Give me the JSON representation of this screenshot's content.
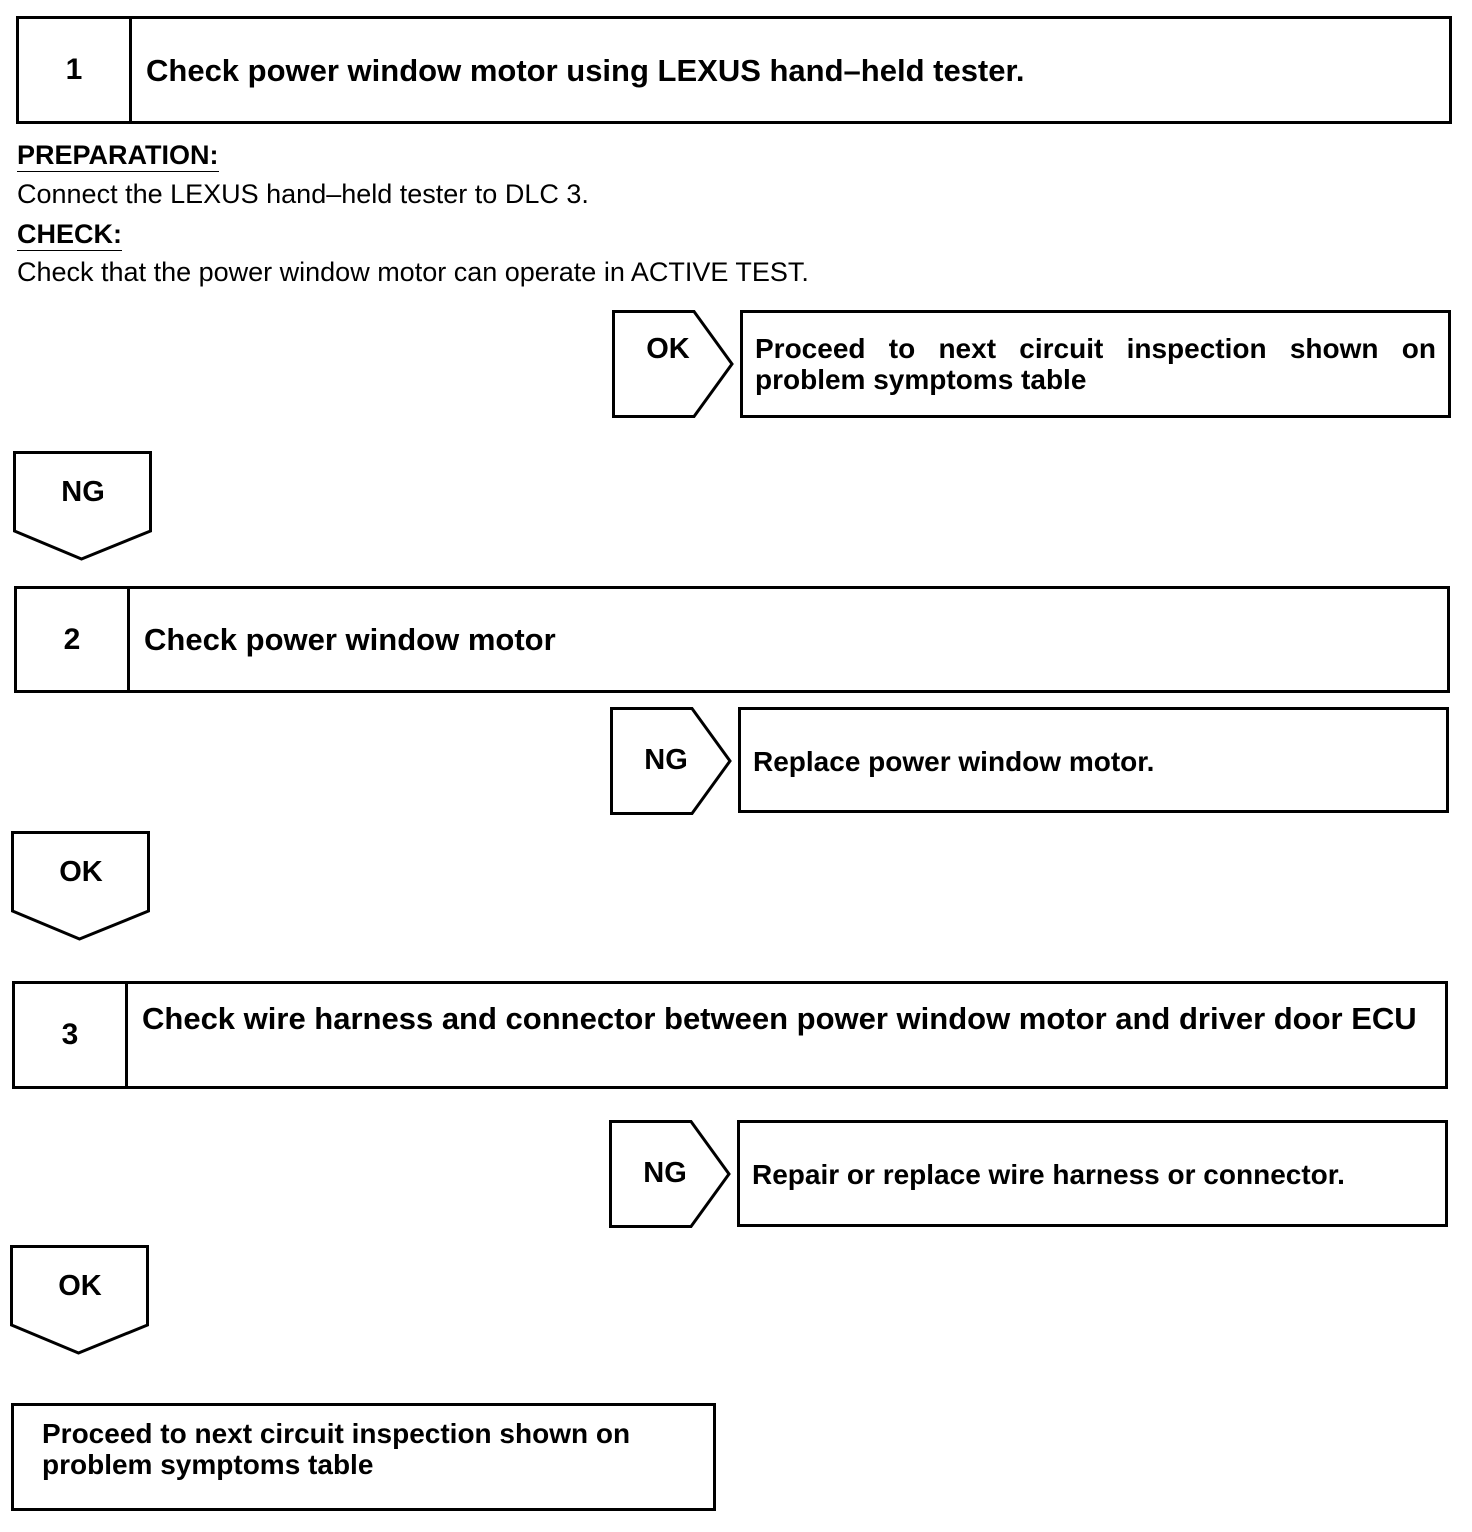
{
  "steps": [
    {
      "number": "1",
      "title": "Check power window motor using LEXUS hand–held tester."
    },
    {
      "number": "2",
      "title": "Check power window motor"
    },
    {
      "number": "3",
      "title": "Check wire harness and connector between power window motor and driver door ECU"
    }
  ],
  "step1_details": {
    "preparation_heading": "PREPARATION:",
    "preparation_text": "Connect the LEXUS hand–held tester to DLC 3.",
    "check_heading": "CHECK:",
    "check_text": "Check that the power window motor can operate in ACTIVE TEST."
  },
  "branches": [
    {
      "label": "OK",
      "result": "Proceed to next circuit inspection shown on problem symptoms table"
    },
    {
      "label": "NG",
      "result": "Replace power window motor."
    },
    {
      "label": "NG",
      "result": "Repair or replace wire harness or connector."
    }
  ],
  "down_arrows": [
    "NG",
    "OK",
    "OK"
  ],
  "final_result": "Proceed to next circuit inspection shown on problem symptoms table"
}
